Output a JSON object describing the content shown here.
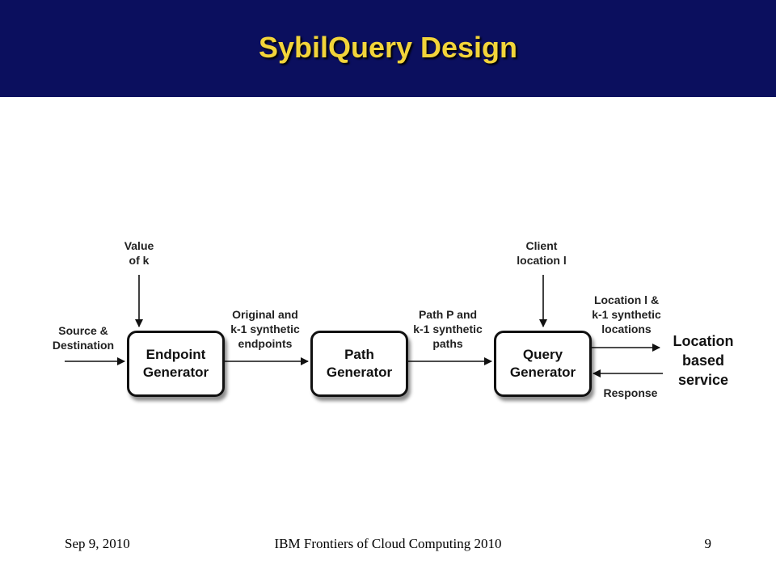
{
  "slide": {
    "title": "SybilQuery Design",
    "footer_left": "Sep 9, 2010",
    "footer_center": "IBM Frontiers of Cloud Computing 2010",
    "footer_right": "9"
  },
  "diagram": {
    "boxes": {
      "endpoint": "Endpoint\nGenerator",
      "path": "Path\nGenerator",
      "query": "Query\nGenerator"
    },
    "labels": {
      "value_k": "Value\nof k",
      "source_dest": "Source &\nDestination",
      "original_k1": "Original and\nk-1 synthetic\nendpoints",
      "path_p": "Path P and\nk-1 synthetic\npaths",
      "client_loc": "Client\nlocation l",
      "loc_k1": "Location l &\nk-1 synthetic\nlocations",
      "lbs": "Location\nbased\nservice",
      "response": "Response"
    }
  }
}
